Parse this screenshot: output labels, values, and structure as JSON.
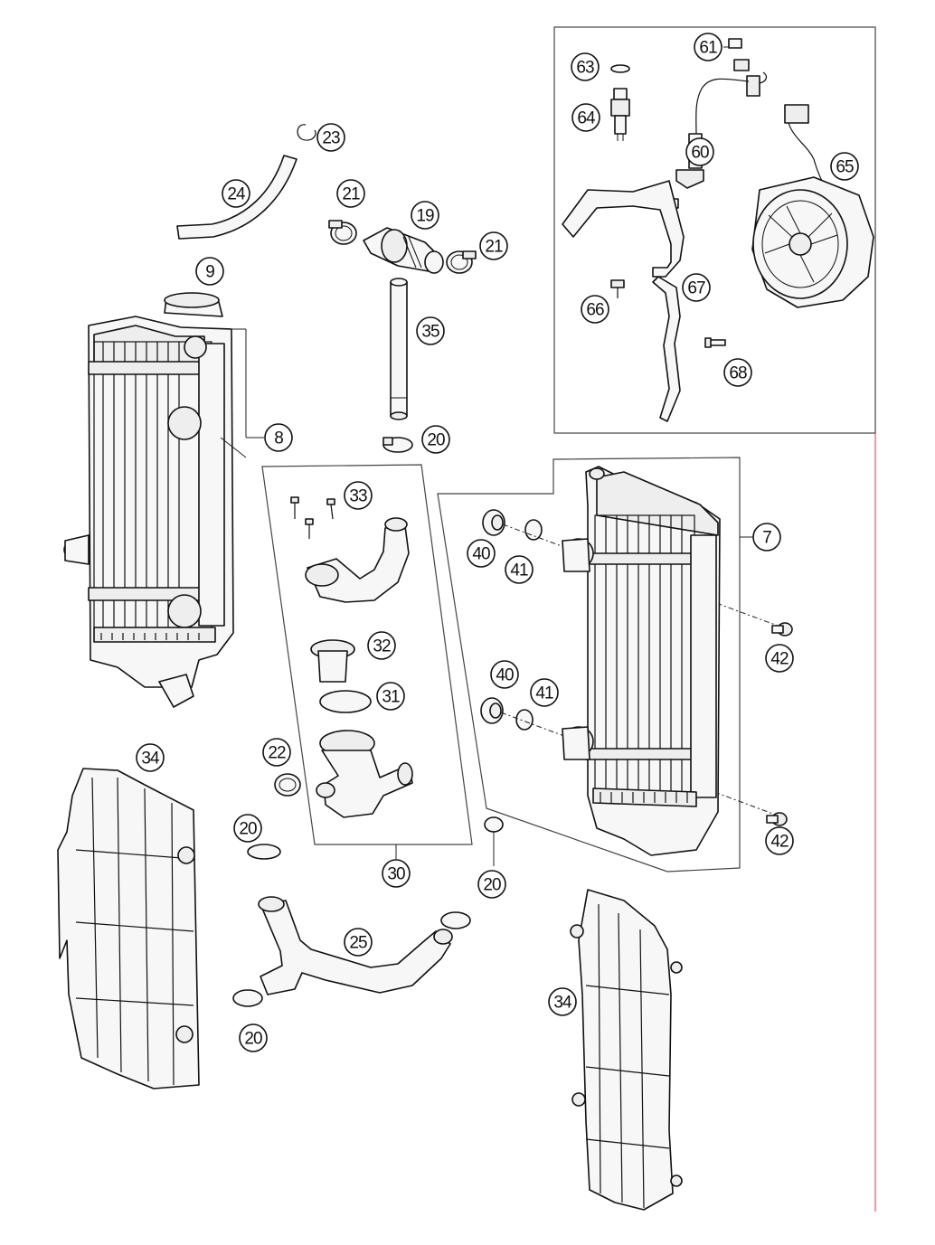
{
  "diagram": {
    "callouts": [
      {
        "id": "c-61",
        "label": "61"
      },
      {
        "id": "c-63",
        "label": "63"
      },
      {
        "id": "c-64",
        "label": "64"
      },
      {
        "id": "c-60",
        "label": "60"
      },
      {
        "id": "c-65",
        "label": "65"
      },
      {
        "id": "c-67",
        "label": "67"
      },
      {
        "id": "c-66",
        "label": "66"
      },
      {
        "id": "c-68",
        "label": "68"
      },
      {
        "id": "c-23",
        "label": "23"
      },
      {
        "id": "c-24",
        "label": "24"
      },
      {
        "id": "c-21a",
        "label": "21"
      },
      {
        "id": "c-19",
        "label": "19"
      },
      {
        "id": "c-21b",
        "label": "21"
      },
      {
        "id": "c-9",
        "label": "9"
      },
      {
        "id": "c-35",
        "label": "35"
      },
      {
        "id": "c-8",
        "label": "8"
      },
      {
        "id": "c-20a",
        "label": "20"
      },
      {
        "id": "c-33",
        "label": "33"
      },
      {
        "id": "c-7",
        "label": "7"
      },
      {
        "id": "c-40a",
        "label": "40"
      },
      {
        "id": "c-41a",
        "label": "41"
      },
      {
        "id": "c-42a",
        "label": "42"
      },
      {
        "id": "c-32",
        "label": "32"
      },
      {
        "id": "c-31",
        "label": "31"
      },
      {
        "id": "c-40b",
        "label": "40"
      },
      {
        "id": "c-41b",
        "label": "41"
      },
      {
        "id": "c-34a",
        "label": "34"
      },
      {
        "id": "c-22",
        "label": "22"
      },
      {
        "id": "c-20b",
        "label": "20"
      },
      {
        "id": "c-42b",
        "label": "42"
      },
      {
        "id": "c-30",
        "label": "30"
      },
      {
        "id": "c-20c",
        "label": "20"
      },
      {
        "id": "c-25",
        "label": "25"
      },
      {
        "id": "c-34b",
        "label": "34"
      },
      {
        "id": "c-20d",
        "label": "20"
      }
    ]
  }
}
